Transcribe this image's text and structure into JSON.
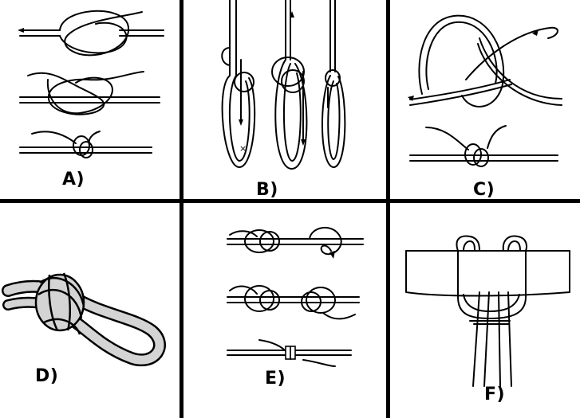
{
  "panels": [
    {
      "id": "A",
      "label": "A)"
    },
    {
      "id": "B",
      "label": "B)"
    },
    {
      "id": "C",
      "label": "C)"
    },
    {
      "id": "D",
      "label": "D)"
    },
    {
      "id": "E",
      "label": "E)"
    },
    {
      "id": "F",
      "label": "F)"
    }
  ],
  "colors": {
    "line": "#000000",
    "background": "#ffffff",
    "rope_fill_D": "#d4d4d4"
  }
}
